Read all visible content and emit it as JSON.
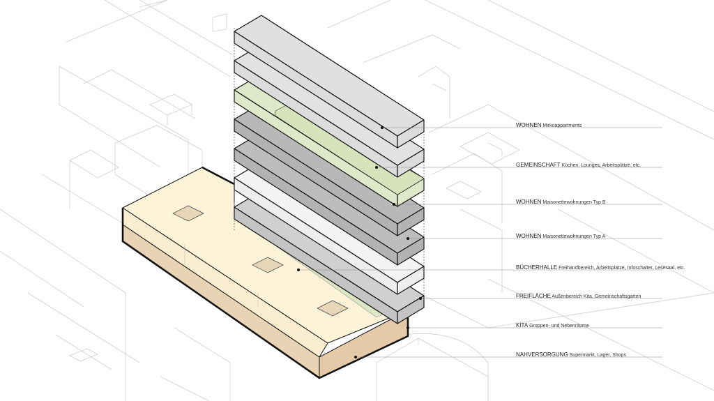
{
  "colors": {
    "wohnen_mikro": "#dcdcdc",
    "gemeinschaft": "#dfe8c8",
    "wohnen_typ_b": "#b3b3b3",
    "wohnen_typ_a": "#eeeeee",
    "buecherhalle": "#c4c4c4",
    "freiflaeche": "#dbe7c4",
    "kita": "#fdf3d8",
    "nahversorgung": "#e9d3b5",
    "context_lines": "#c8c8c8"
  },
  "legend": [
    {
      "title": "WOHNEN",
      "desc": "Mirkoappartments"
    },
    {
      "title": "GEMEINSCHAFT",
      "desc": "Küchen, Lounges, Arbeitsplätze, etc."
    },
    {
      "title": "WOHNEN",
      "desc": "Maisonettewohnungen Typ B"
    },
    {
      "title": "WOHNEN",
      "desc": "Maisonettewohnungen Typ A"
    },
    {
      "title": "BÜCHERHALLE",
      "desc": "Freihandbereich, Arbeitsplätze, Infoschalter, Lesesaal, etc."
    },
    {
      "title": "FREIFLÄCHE",
      "desc": "Außenbereich Kita, Gemeinschaftsgarten"
    },
    {
      "title": "KITA",
      "desc": "Gruppen- und Nebenräume"
    },
    {
      "title": "NAHVERSORGUNG",
      "desc": "Supermarkt, Lager, Shops"
    }
  ]
}
